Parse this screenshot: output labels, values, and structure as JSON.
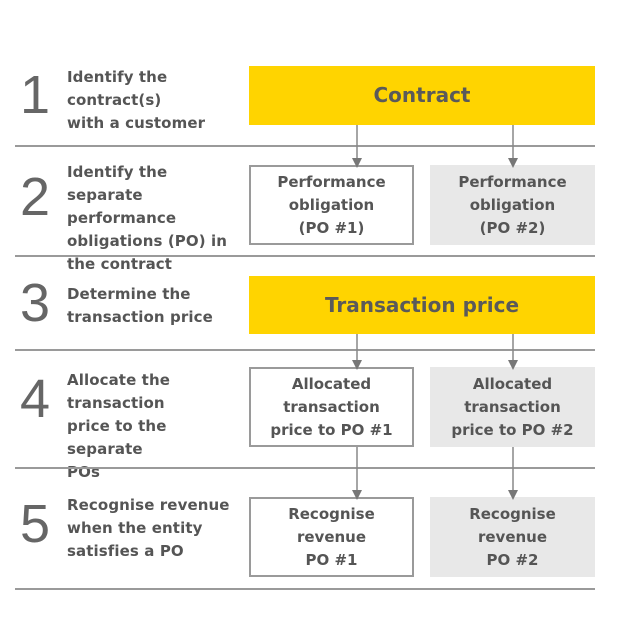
{
  "steps": [
    {
      "number": "1",
      "lines": [
        "Identify the",
        "contract(s)",
        "with a customer"
      ]
    },
    {
      "number": "2",
      "lines": [
        "Identify the separate",
        "performance",
        "obligations (PO) in",
        "the contract"
      ]
    },
    {
      "number": "3",
      "lines": [
        "Determine the",
        "transaction price"
      ]
    },
    {
      "number": "4",
      "lines": [
        "Allocate the",
        "transaction",
        "price to the separate",
        "POs"
      ]
    },
    {
      "number": "5",
      "lines": [
        "Recognise revenue",
        "when the entity",
        "satisfies a PO"
      ]
    }
  ],
  "boxes": {
    "contract": "Contract",
    "po1": [
      "Performance",
      "obligation",
      "(PO #1)"
    ],
    "po2": [
      "Performance",
      "obligation",
      "(PO #2)"
    ],
    "transaction_price": "Transaction price",
    "alloc1": [
      "Allocated",
      "transaction",
      "price to PO #1"
    ],
    "alloc2": [
      "Allocated",
      "transaction",
      "price to PO #2"
    ],
    "rev1": [
      "Recognise",
      "revenue",
      "PO #1"
    ],
    "rev2": [
      "Recognise",
      "revenue",
      "PO #2"
    ]
  },
  "colors": {
    "accent_yellow": "#ffd400",
    "grey_box": "#e8e8e8",
    "line_grey": "#9a9a9a",
    "text": "#555555"
  }
}
